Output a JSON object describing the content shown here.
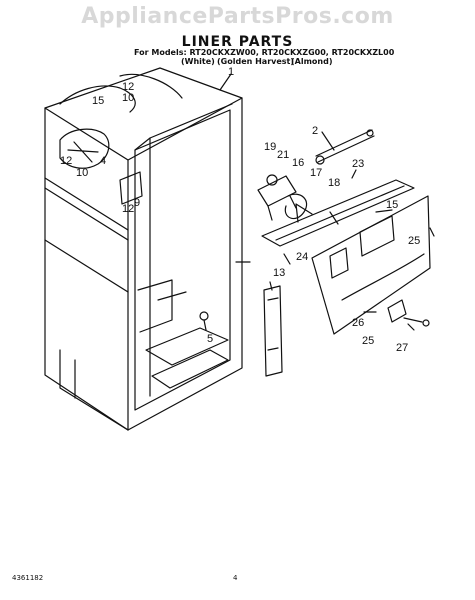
{
  "watermark": "AppliancePartsPros.com",
  "title": "LINER PARTS",
  "models_line": "For Models: RT20CKXZW00, RT20CKXZG00, RT20CKXZL00",
  "colors": [
    "(White)",
    "(Golden Harvest)",
    "(Almond)"
  ],
  "callouts": [
    "1",
    "2",
    "4",
    "5",
    "9",
    "10",
    "10",
    "12",
    "12",
    "12",
    "13",
    "15",
    "15",
    "16",
    "17",
    "18",
    "19",
    "21",
    "23",
    "24",
    "25",
    "25",
    "26",
    "27"
  ],
  "footer": {
    "doc_number": "4361182",
    "page_number": "4"
  },
  "colors_hex": {
    "ink": "#111111",
    "watermark": "#d8d8d8"
  }
}
